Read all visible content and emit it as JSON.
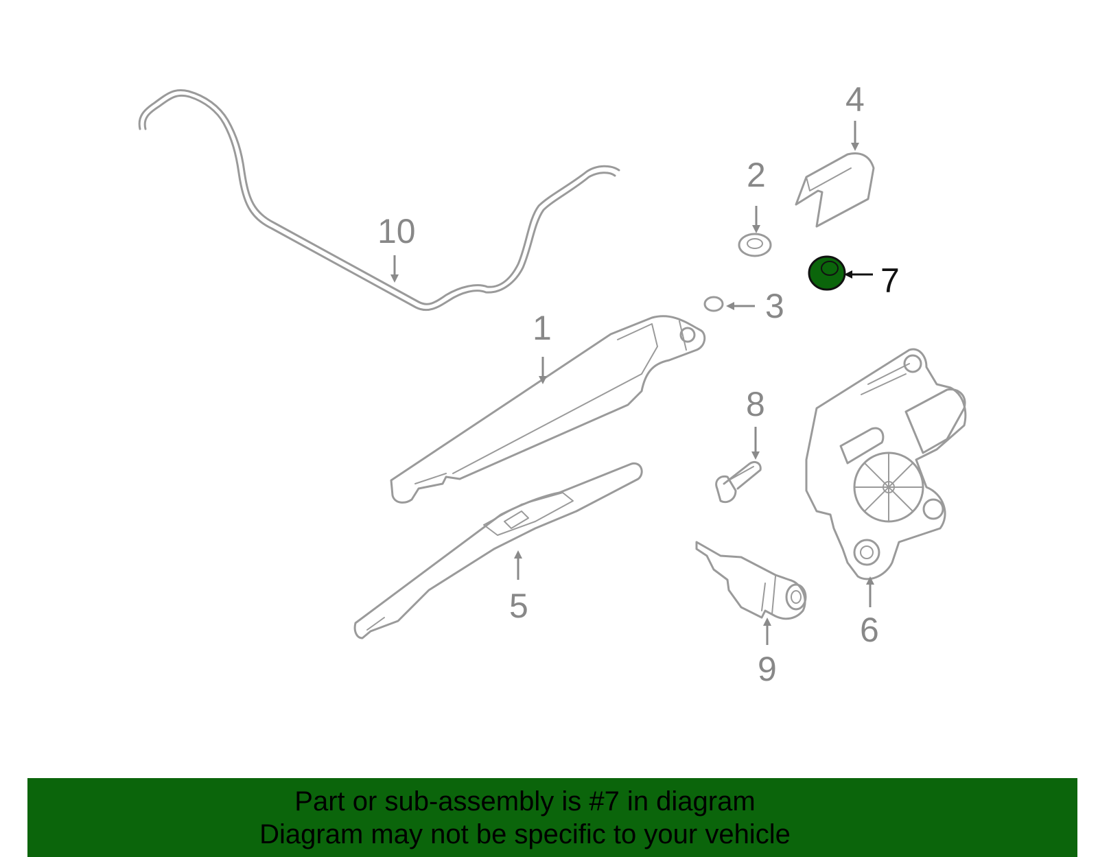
{
  "diagram": {
    "callouts": [
      {
        "id": "1",
        "label": "1"
      },
      {
        "id": "2",
        "label": "2"
      },
      {
        "id": "3",
        "label": "3"
      },
      {
        "id": "4",
        "label": "4"
      },
      {
        "id": "5",
        "label": "5"
      },
      {
        "id": "6",
        "label": "6"
      },
      {
        "id": "7",
        "label": "7"
      },
      {
        "id": "8",
        "label": "8"
      },
      {
        "id": "9",
        "label": "9"
      },
      {
        "id": "10",
        "label": "10"
      }
    ],
    "highlighted_part": "7",
    "highlight_color": "#0b650b",
    "line_color": "#9a9a9a"
  },
  "banner": {
    "line1": "Part or sub-assembly is #7 in diagram",
    "line2": "Diagram may not be specific to your vehicle",
    "background": "#0b650b"
  }
}
